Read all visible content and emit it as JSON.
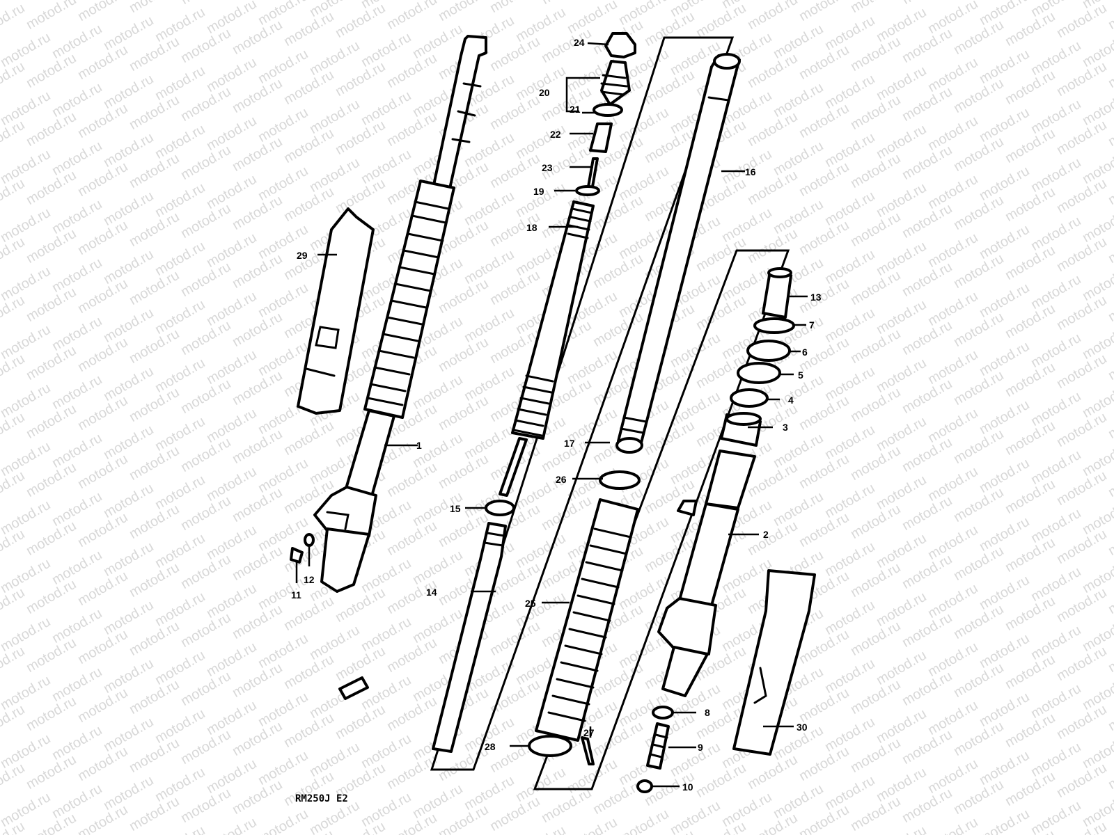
{
  "watermark": "motod.ru",
  "diagram_code": "RM250J E2",
  "callouts": {
    "p1": "1",
    "p2": "2",
    "p3": "3",
    "p4": "4",
    "p5": "5",
    "p6": "6",
    "p7": "7",
    "p8": "8",
    "p9": "9",
    "p10": "10",
    "p11": "11",
    "p12": "12",
    "p13": "13",
    "p14": "14",
    "p15": "15",
    "p16": "16",
    "p17": "17",
    "p18": "18",
    "p19": "19",
    "p20": "20",
    "p21": "21",
    "p22": "22",
    "p23": "23",
    "p24": "24",
    "p25": "25",
    "p26": "26",
    "p27": "27",
    "p28": "28",
    "p29": "29",
    "p30": "30"
  }
}
